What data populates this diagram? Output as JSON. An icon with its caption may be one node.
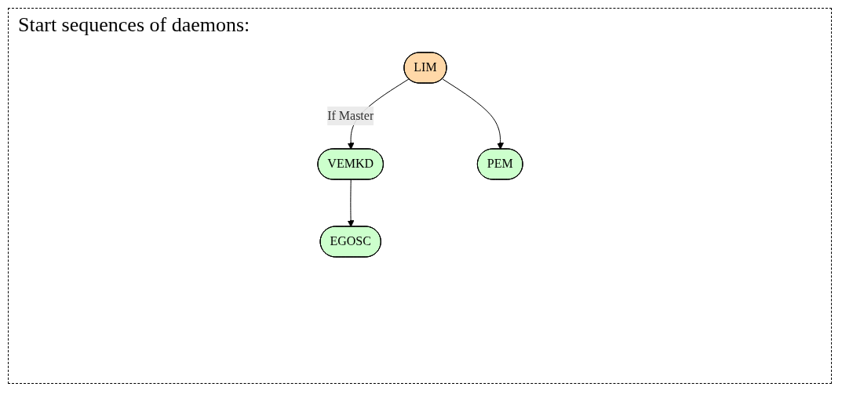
{
  "diagram": {
    "title": "Start sequences of daemons:",
    "nodes": [
      {
        "text": [
          "LIM"
        ]
      },
      {
        "text": [
          "VEMKD"
        ]
      },
      {
        "text": [
          "PEM"
        ]
      },
      {
        "text": [
          "EGOSC"
        ]
      }
    ],
    "edges": [
      {
        "from": 0,
        "to": 1,
        "arrow": "to",
        "label": "If Master"
      },
      {
        "from": 0,
        "to": 2,
        "arrow": "to"
      },
      {
        "from": 1,
        "to": 3,
        "arrow": "to"
      }
    ]
  }
}
